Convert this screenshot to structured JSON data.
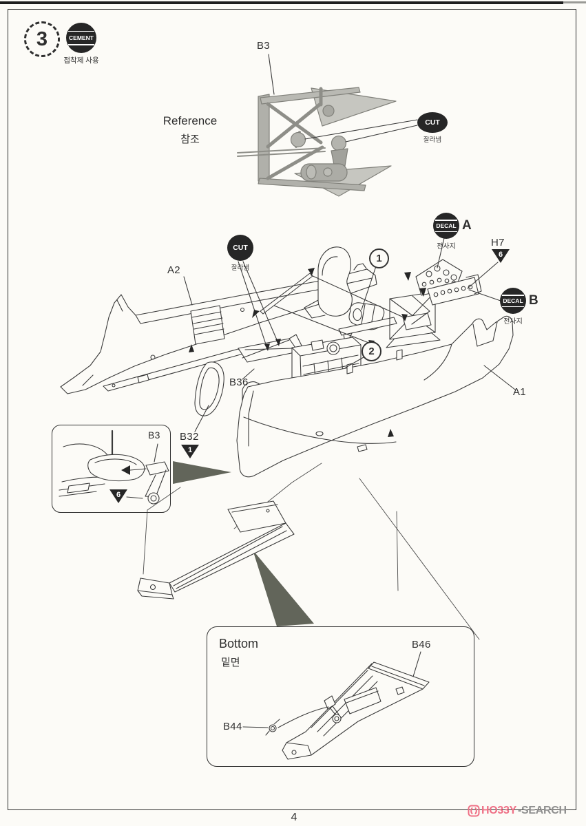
{
  "page": {
    "number": "4"
  },
  "step": {
    "number": "3"
  },
  "badges": {
    "cement": {
      "label": "CEMENT",
      "caption": "접착제 사용"
    },
    "cut": {
      "label": "CUT",
      "caption": "잘라냄"
    },
    "decal": {
      "label": "DECAL",
      "caption": "전사지"
    },
    "decal_variants": {
      "a": "A",
      "b": "B"
    },
    "triangle_numbers": {
      "one": "1",
      "six": "6"
    }
  },
  "reference": {
    "title": "Reference",
    "subtitle": "참조"
  },
  "sequence_markers": {
    "one": "1",
    "two": "2"
  },
  "part_labels": {
    "b3_reference": "B3",
    "a2": "A2",
    "b36": "B36",
    "b32": "B32",
    "a1": "A1",
    "h7": "H7",
    "b3_inset": "B3",
    "b46": "B46",
    "b44": "B44"
  },
  "bottom_inset": {
    "title": "Bottom",
    "subtitle": "밑면"
  },
  "watermark": {
    "brand": "HO33Y",
    "suffix": "-SEARCH"
  },
  "colors": {
    "paper": "#fcfbf7",
    "ink": "#3a3a3a",
    "badge_black": "#262626",
    "arrow_olive": "#62655a",
    "watermark_pink": "#ef7086",
    "watermark_gray": "#8f8f8f"
  }
}
